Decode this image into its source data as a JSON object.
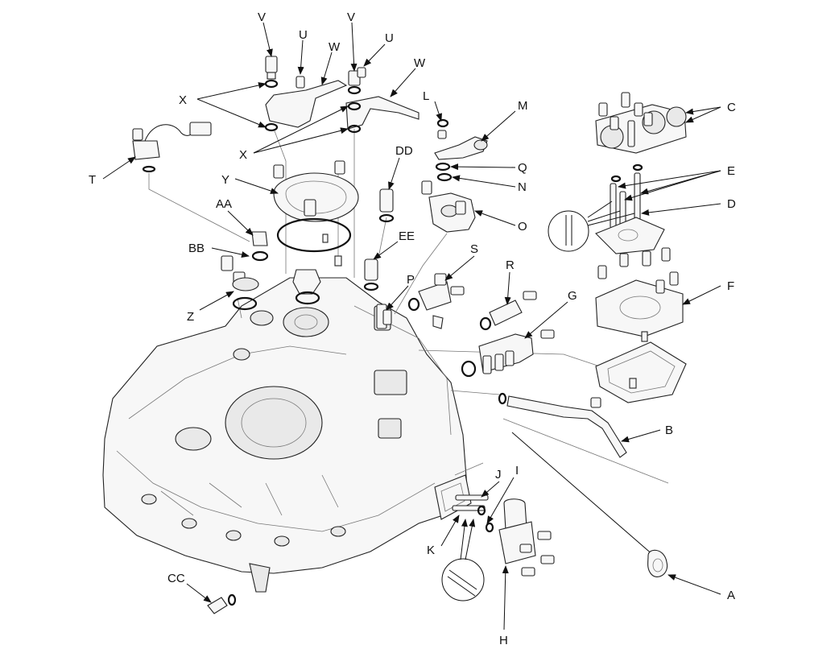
{
  "labels": {
    "A": "A",
    "B": "B",
    "C": "C",
    "D": "D",
    "E": "E",
    "F": "F",
    "G": "G",
    "H": "H",
    "I": "I",
    "J": "J",
    "K": "K",
    "L": "L",
    "M": "M",
    "N": "N",
    "O": "O",
    "P": "P",
    "Q": "Q",
    "R": "R",
    "S": "S",
    "T": "T",
    "U": "U",
    "V": "V",
    "W": "W",
    "X": "X",
    "Y": "Y",
    "Z": "Z",
    "AA": "AA",
    "BB": "BB",
    "CC": "CC",
    "DD": "DD",
    "EE": "EE"
  }
}
